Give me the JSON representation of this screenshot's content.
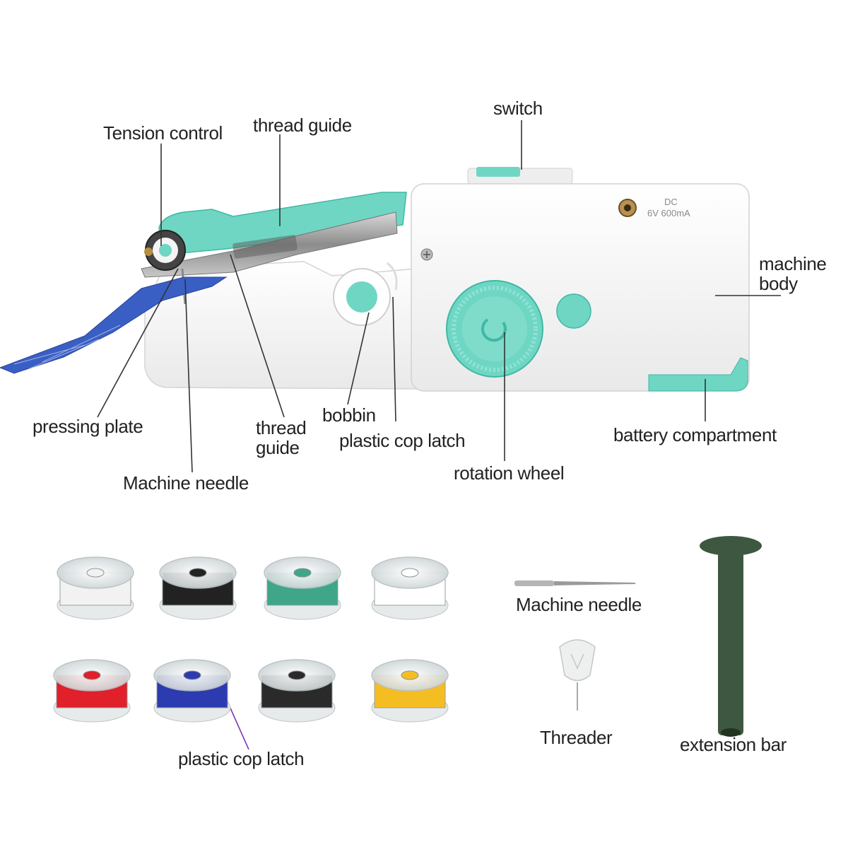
{
  "machine_labels": {
    "tension_control": "Tension control",
    "thread_guide_top": "thread guide",
    "switch": "switch",
    "machine_body_line1": "machine",
    "machine_body_line2": "body",
    "pressing_plate": "pressing plate",
    "thread_guide_bottom_line1": "thread",
    "thread_guide_bottom_line2": "guide",
    "bobbin": "bobbin",
    "plastic_cop_latch": "plastic cop latch",
    "rotation_wheel": "rotation wheel",
    "battery_compartment": "battery compartment",
    "machine_needle": "Machine needle"
  },
  "power_jack": {
    "line1": "DC",
    "line2": "6V 600mA"
  },
  "accessory_labels": {
    "plastic_cop_latch": "plastic cop latch",
    "machine_needle": "Machine needle",
    "threader": "Threader",
    "extension_bar": "extension bar"
  },
  "bobbins": [
    {
      "color_name": "clear",
      "color": "#f2f2f2"
    },
    {
      "color_name": "black",
      "color": "#222222"
    },
    {
      "color_name": "green",
      "color": "#3fa68a"
    },
    {
      "color_name": "white",
      "color": "#ffffff"
    },
    {
      "color_name": "red",
      "color": "#e0202a"
    },
    {
      "color_name": "blue",
      "color": "#2c3bb0"
    },
    {
      "color_name": "black",
      "color": "#2a2a2a"
    },
    {
      "color_name": "yellow",
      "color": "#f4bd22"
    }
  ],
  "colors": {
    "accent_mint": "#6fd6c4",
    "accent_dark": "#3fb8a4",
    "body_white": "#f7f7f7",
    "fabric_blue": "#3a5fc4",
    "extension_bar": "#3e5740"
  }
}
